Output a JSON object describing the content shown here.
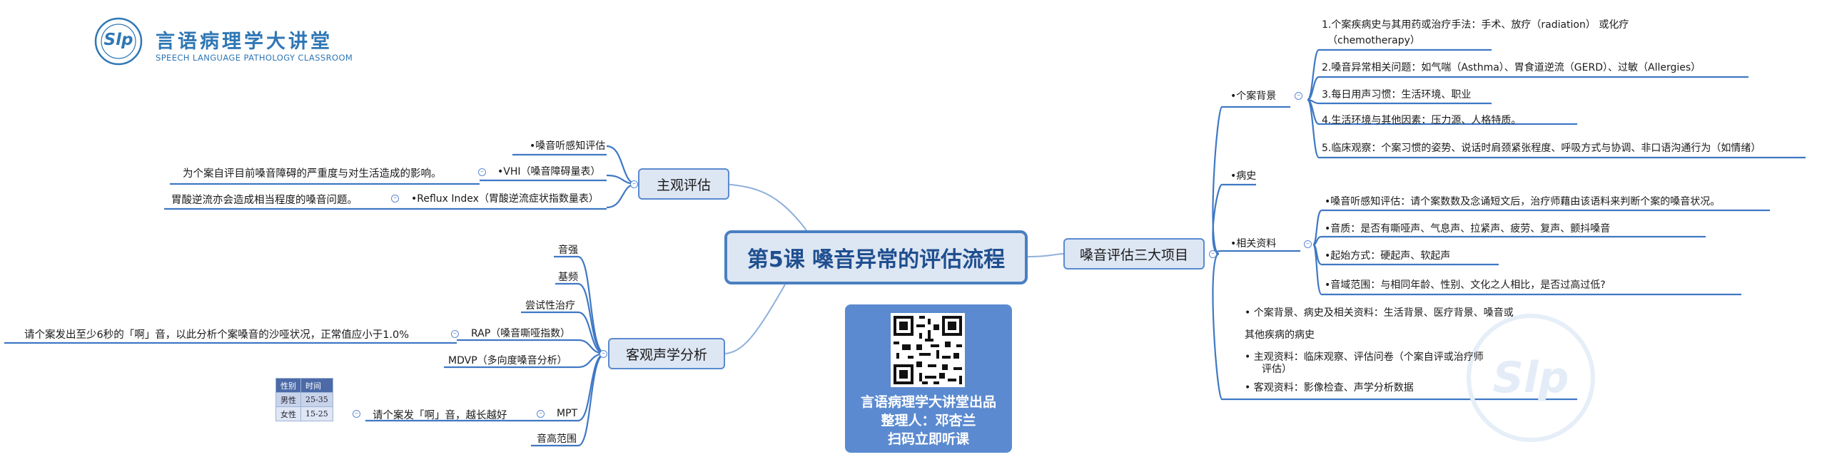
{
  "brand": {
    "logo_text": "Slp",
    "title": "言语病理学大讲堂",
    "subtitle": "SPEECH LANGUAGE PATHOLOGY CLASSROOM"
  },
  "central": {
    "title": "第5课 嗓音异常的评估流程"
  },
  "promo": {
    "line1": "言语病理学大讲堂出品",
    "line2": "整理人：邓杏兰",
    "line3": "扫码立即听课"
  },
  "subjective": {
    "label": "主观评估",
    "items": [
      {
        "label": "•嗓音听感知评估"
      },
      {
        "label": "•VHI（嗓音障碍量表）",
        "note": "为个案自评目前嗓音障碍的严重度与对生活造成的影响。"
      },
      {
        "label": "•Reflux Index（胃酸逆流症状指数量表）",
        "note": "胃酸逆流亦会造成相当程度的嗓音问题。"
      }
    ]
  },
  "objective": {
    "label": "客观声学分析",
    "items": [
      {
        "label": "音强"
      },
      {
        "label": "基频"
      },
      {
        "label": "尝试性治疗"
      },
      {
        "label": "RAP（嗓音嘶哑指数）",
        "note": "请个案发出至少6秒的「啊」音，以此分析个案嗓音的沙哑状况，正常值应小于1.0%"
      },
      {
        "label": "MDVP（多向度嗓音分析）"
      },
      {
        "label": "MPT",
        "note": "请个案发「啊」音，越长越好"
      },
      {
        "label": "音高范围"
      }
    ],
    "mpt_table": {
      "header": [
        "性别",
        "时间"
      ],
      "rows": [
        [
          "男性",
          "25-35"
        ],
        [
          "女性",
          "15-25"
        ]
      ]
    }
  },
  "three_items": {
    "label": "嗓音评估三大项目",
    "background": {
      "label": "•个案背景",
      "items": [
        "1.个案疾病史与其用药或治疗手法：手术、放疗（radiation） 或化疗",
        "（chemotherapy）",
        "2.嗓音异常相关问题：如气喘（Asthma）、胃食道逆流（GERD）、过敏（Allergies）",
        "3.每日用声习惯：生活环境、职业",
        "4.生活环境与其他因素：压力源、人格特质。",
        "5.临床观察：个案习惯的姿势、说话时肩颈紧张程度、呼吸方式与协调、非口语沟通行为（如情绪）"
      ]
    },
    "history": {
      "label": "•病史"
    },
    "related": {
      "label": "•相关资料",
      "items": [
        "•嗓音听感知评估：请个案数数及念诵短文后，治疗师藉由该语料来判断个案的嗓音状况。",
        "•音质：是否有嘶哑声、气息声、拉紧声、疲劳、复声、颤抖嗓音",
        "•起始方式：硬起声、软起声",
        "•音域范围：与相同年龄、性别、文化之人相比，是否过高过低?"
      ]
    },
    "summary": [
      "•  个案背景、病史及相关资料：生活背景、医疗背景、嗓音或",
      "其他疾病的病史",
      "•  主观资料：临床观察、评估问卷（个案自评或治疗师",
      "评估）",
      "•  客观资料：影像检查、声学分析数据"
    ]
  },
  "colors": {
    "accent": "#5b8ad0",
    "line": "#3f78c4",
    "central_border": "#4a7fc1"
  }
}
